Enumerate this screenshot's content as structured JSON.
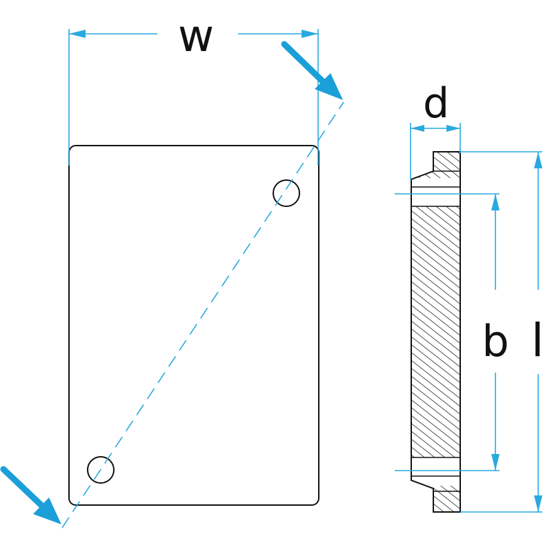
{
  "labels": {
    "width": "w",
    "depth": "d",
    "inner_height": "b",
    "length": "l"
  },
  "colors": {
    "outline": "#111111",
    "dimension": "#29a9df",
    "arrow": "#1a9fd8",
    "hatch": "#222222"
  }
}
